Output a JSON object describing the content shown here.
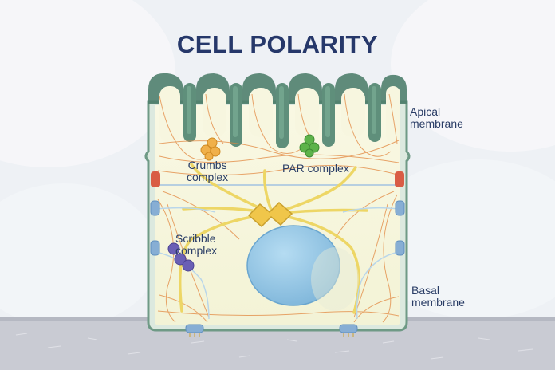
{
  "title": "CELL POLARITY",
  "labels": {
    "apical_line1": "Apical",
    "apical_line2": "membrane",
    "basal_line1": "Basal",
    "basal_line2": "membrane",
    "crumbs_line1": "Crumbs",
    "crumbs_line2": "complex",
    "par": "PAR complex",
    "scribble_line1": "Scribble",
    "scribble_line2": "complex"
  },
  "colors": {
    "title": "#26386a",
    "label": "#2a3d66",
    "membrane": "#6f9a86",
    "microvilli": "#4f7f6d",
    "cytoplasm": "#f5f5da",
    "nucleus": "#8fc3e3",
    "cytoskeleton_orange": "#e2873f",
    "cytoskeleton_yellow": "#edd665",
    "crumbs": "#f0b04a",
    "par": "#5db34a",
    "scribble": "#6a5fb5",
    "tight_junction": "#d95d45",
    "adherens_junction": "#87aed4",
    "substrate": "#c9cbd3"
  }
}
